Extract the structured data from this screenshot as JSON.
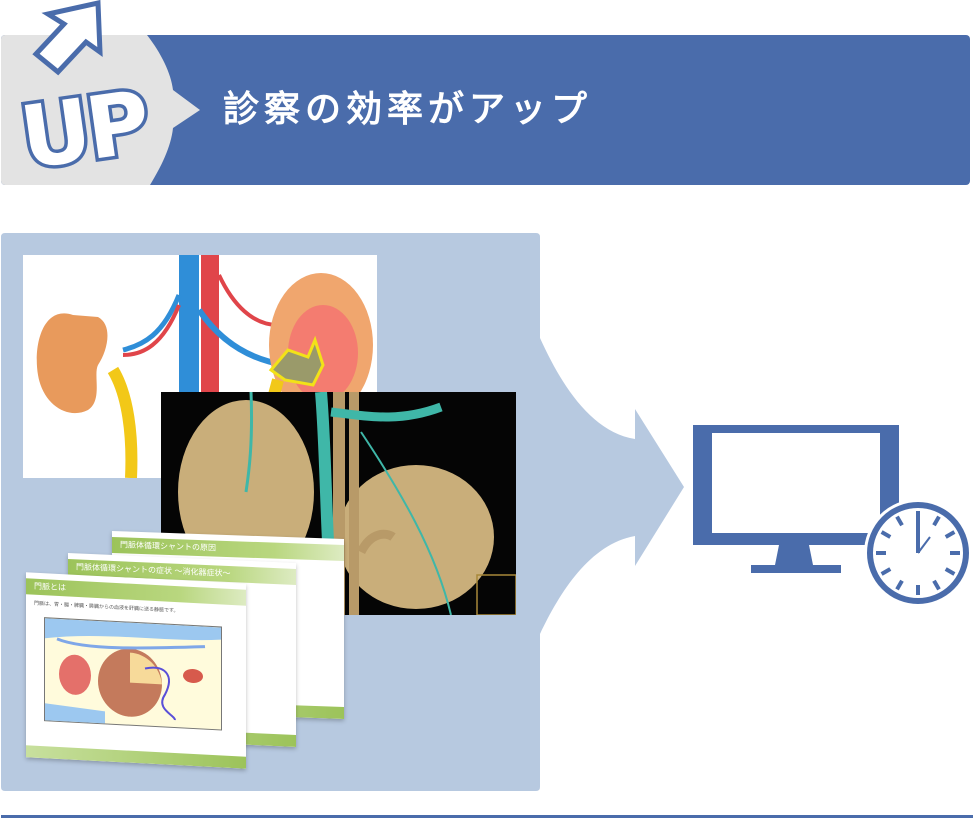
{
  "header": {
    "badge_text": "UP",
    "title": "診察の効率がアップ",
    "colors": {
      "banner": "#4A6CAB",
      "badge_bg": "#E3E3E3",
      "badge_text_fill": "#FFFFFF",
      "badge_outline": "#4A6CAB"
    }
  },
  "panel": {
    "color": "#B7C9E0",
    "images": [
      {
        "name": "kidney-anatomy-illustration"
      },
      {
        "name": "kidney-3d-ct-render"
      }
    ],
    "slides": [
      {
        "title": "門脈とは",
        "body": "門脈は、胃・腸・脾臓・膵臓からの血液を肝臓に送る静脈です。"
      },
      {
        "title": "門脈体循環シャントの症状 〜消化器症状〜",
        "body": ""
      },
      {
        "title": "門脈体循環シャントの原因",
        "body": ""
      }
    ]
  },
  "result": {
    "icons": [
      "monitor-icon",
      "clock-icon"
    ],
    "clock_time": "12:02",
    "color": "#4A6CAB"
  }
}
